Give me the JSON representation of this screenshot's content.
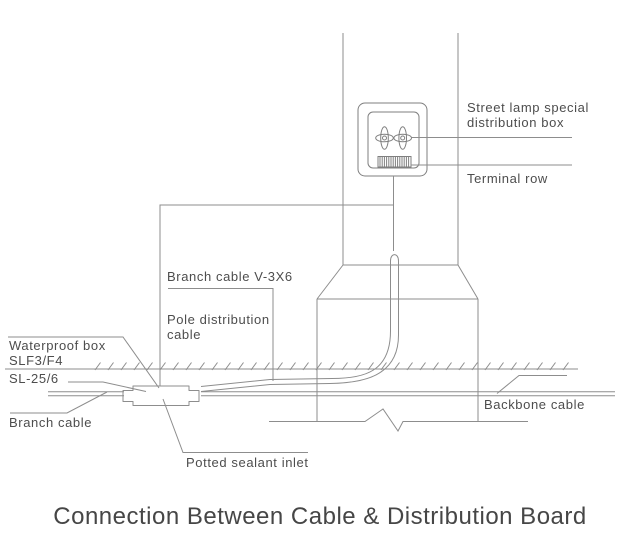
{
  "diagram": {
    "title": "Connection Between Cable & Distribution Board",
    "labels": {
      "street_lamp_distribution_box": "Street lamp special distribution box",
      "terminal_row": "Terminal row",
      "branch_cable_v3x6": "Branch cable V-3X6",
      "pole_distribution_cable": "Pole distribution cable",
      "waterproof_box": "Waterproof box SLF3/F4",
      "sl_25_6": "SL-25/6",
      "branch_cable": "Branch cable",
      "potted_sealant_inlet": "Potted sealant inlet",
      "backbone_cable": "Backbone cable"
    },
    "icons": {
      "fuse": "fuse-icon",
      "terminal_row": "terminal-row-icon",
      "waterproof_box": "waterproof-box-icon"
    },
    "colors": {
      "line": "#8d8d8d",
      "text": "#4d4d4d",
      "background": "#ffffff"
    }
  }
}
